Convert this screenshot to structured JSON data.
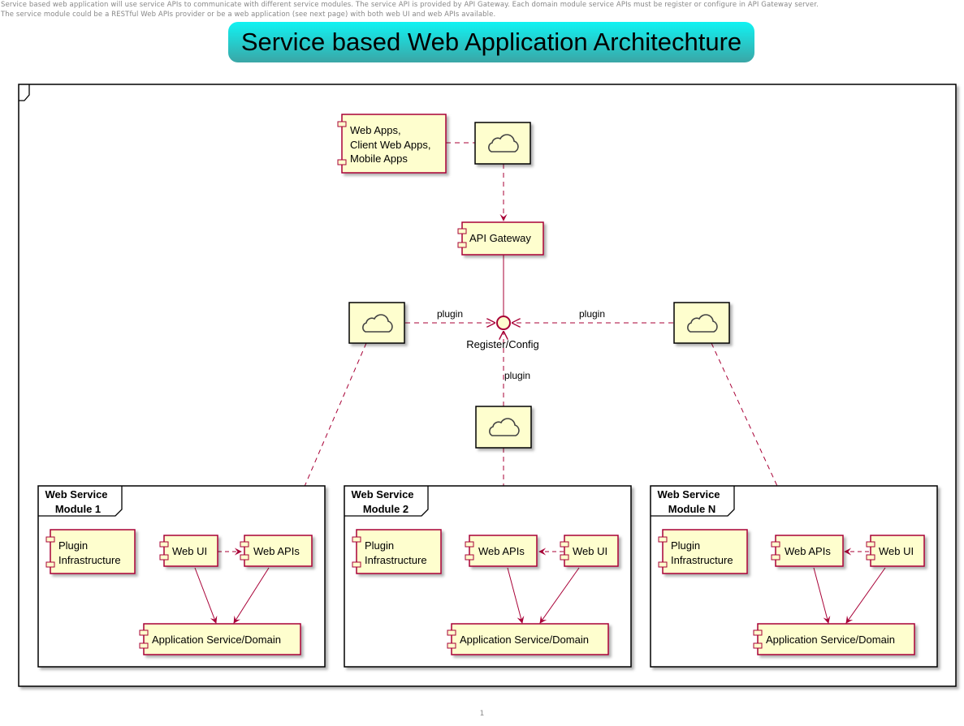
{
  "notes": [
    "Service based web application will use service APIs to communicate with different service modules. The service API is provided by API Gateway. Each domain module service APIs must be register or configure in API Gateway server.",
    "The service module could be a RESTful Web APIs provider or be a web application (see next page) with both web UI and web APIs available."
  ],
  "title": "Service based Web Application Architechture",
  "clients_label": [
    "Web Apps,",
    "Client Web Apps,",
    "Mobile Apps"
  ],
  "gateway_label": "API Gateway",
  "interface_label": "Register/Config",
  "plugin_label": "plugin",
  "modules": [
    {
      "title": [
        "Web Service",
        "Module 1"
      ],
      "plugin": [
        "Plugin",
        "Infrastructure"
      ],
      "web_ui": "Web UI",
      "web_apis": "Web APIs",
      "app_service": "Application Service/Domain"
    },
    {
      "title": [
        "Web Service",
        "Module 2"
      ],
      "plugin": [
        "Plugin",
        "Infrastructure"
      ],
      "web_ui": "Web UI",
      "web_apis": "Web APIs",
      "app_service": "Application Service/Domain"
    },
    {
      "title": [
        "Web Service",
        "Module N"
      ],
      "plugin": [
        "Plugin",
        "Infrastructure"
      ],
      "web_ui": "Web UI",
      "web_apis": "Web APIs",
      "app_service": "Application Service/Domain"
    }
  ],
  "page_number": "1",
  "colors": {
    "component_fill": "#fefece",
    "component_border": "#a80036",
    "arrow": "#a80036",
    "title_top": "#10f3f3",
    "title_bottom": "#3aa6a6"
  }
}
